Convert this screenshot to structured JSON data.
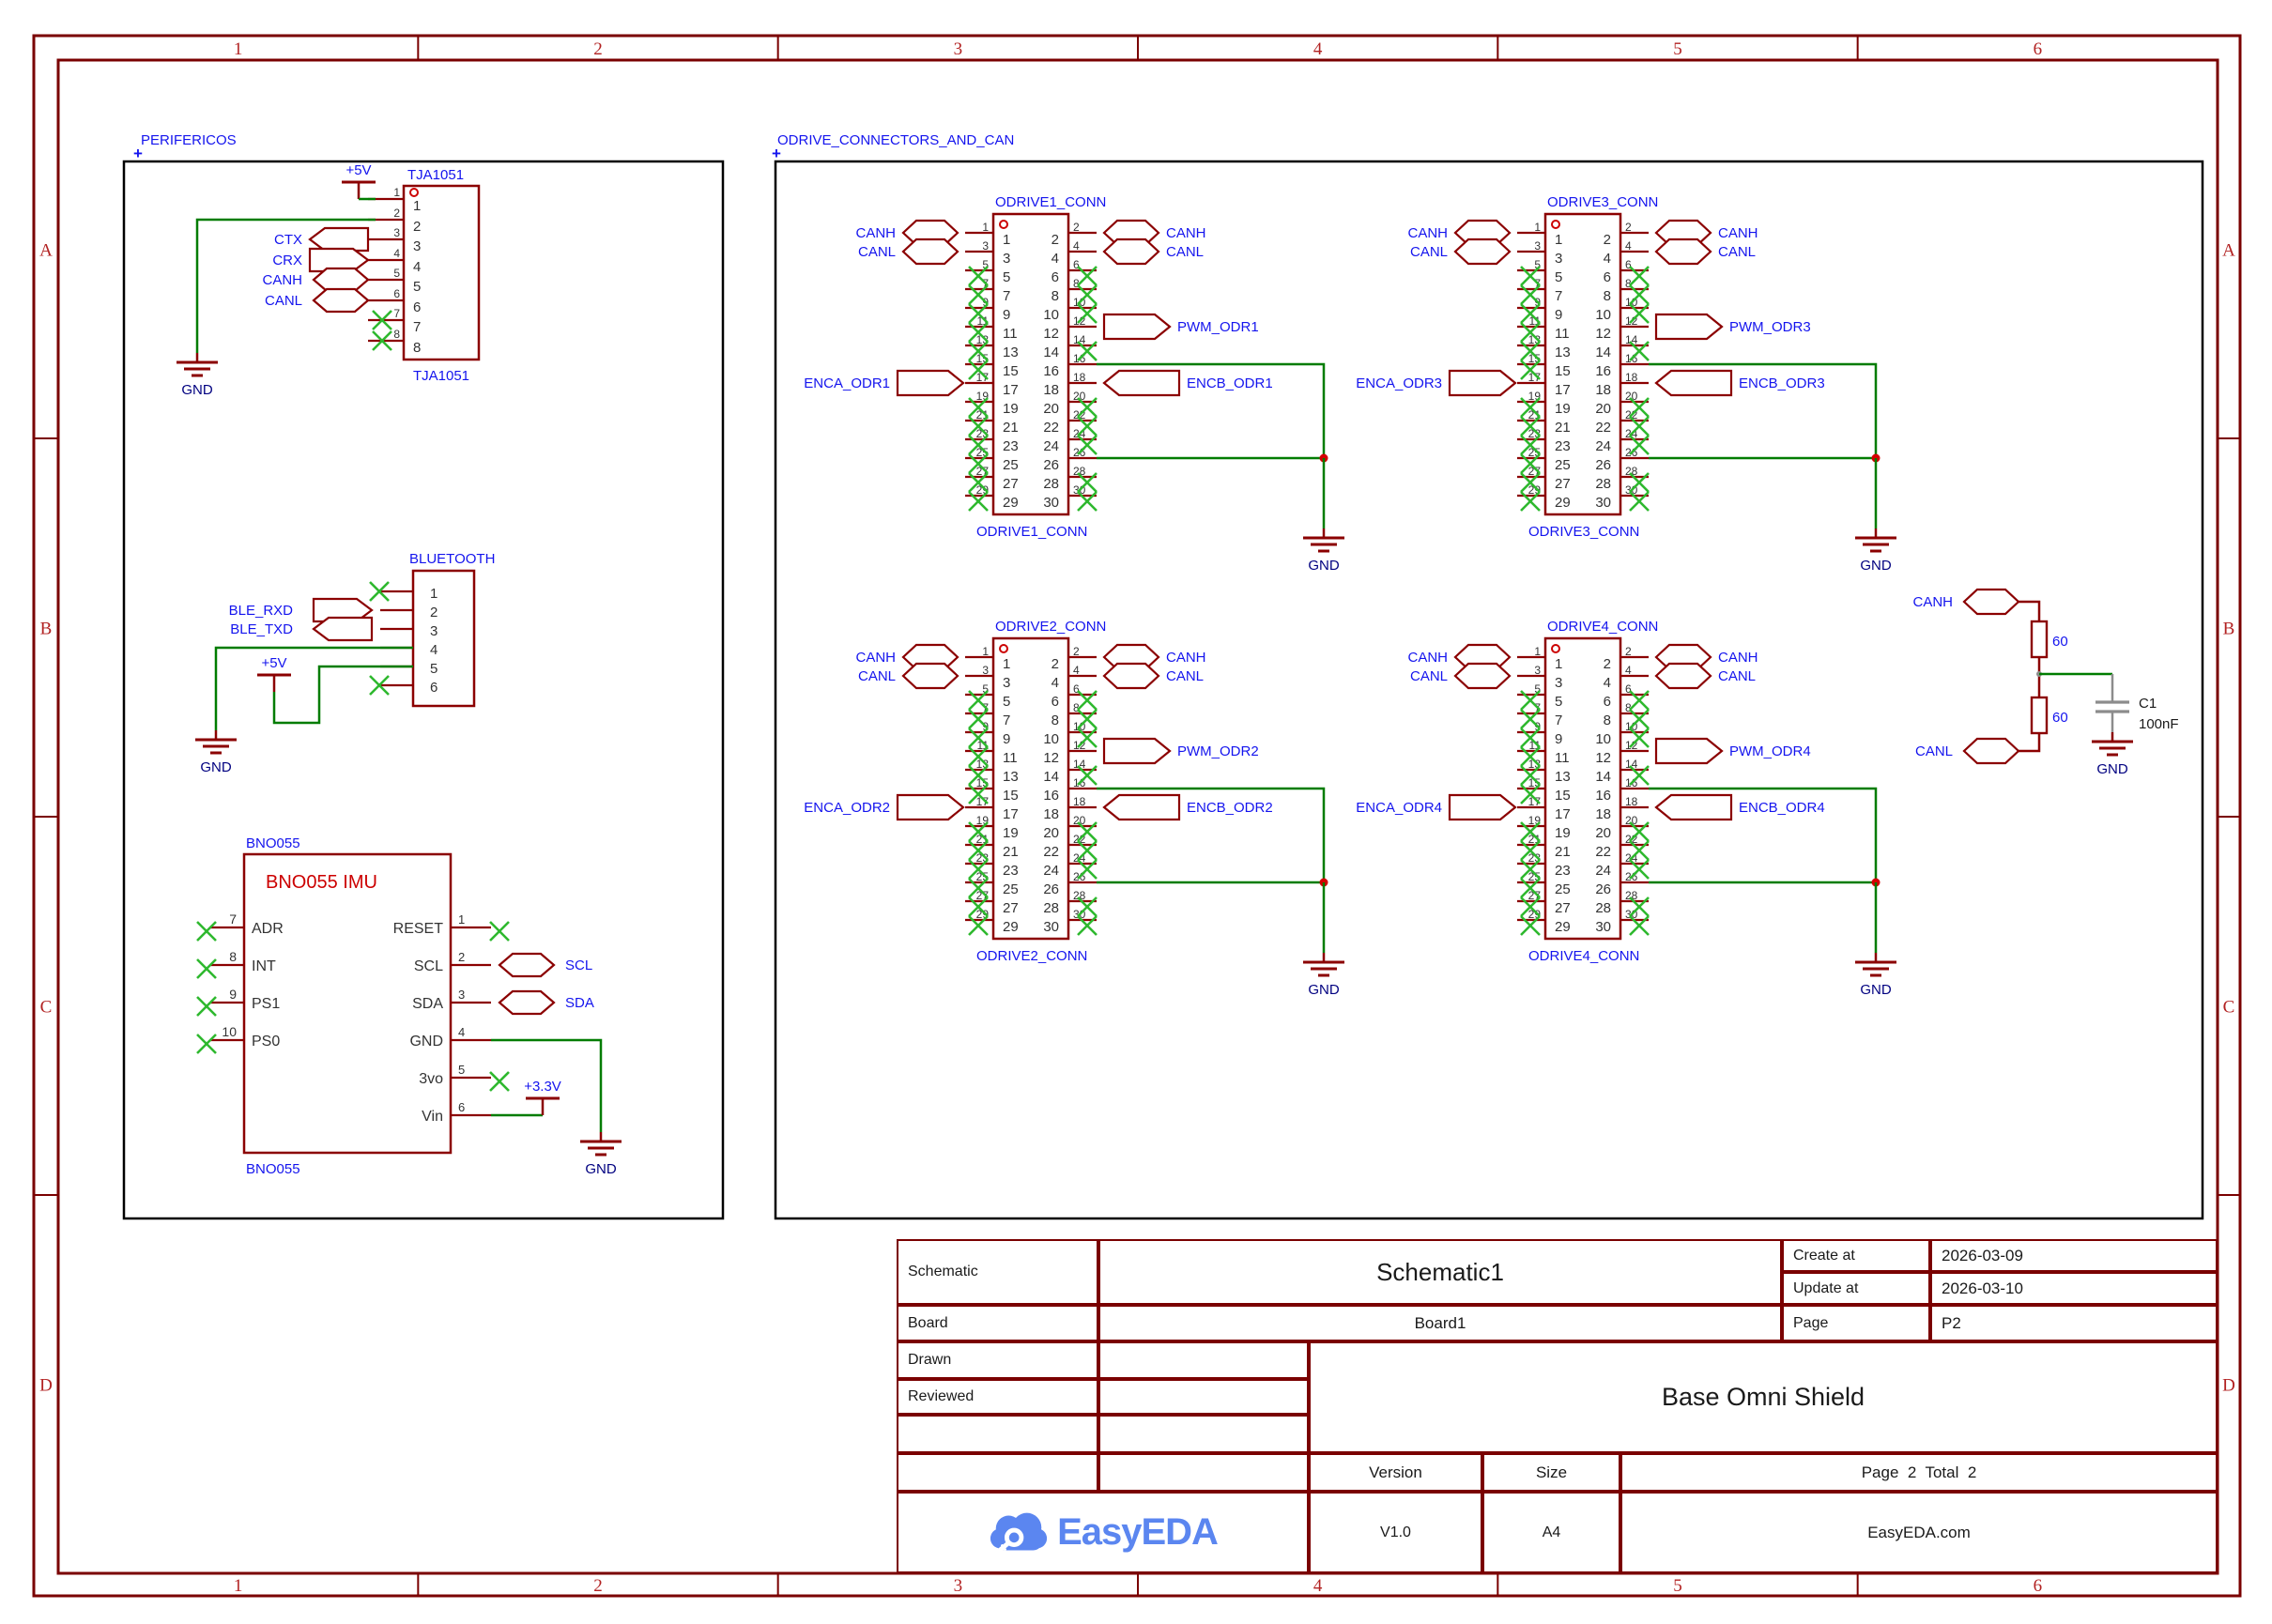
{
  "colors": {
    "component": "#8b0000",
    "wire": "#007c00",
    "no_connect": "#2eb82e",
    "net_label": "#1414ee",
    "gnd_label": "#000080",
    "pin_number": "#333333",
    "value_red": "#cc0000",
    "capacitor_gray": "#8c8c8c",
    "frame_line": "#7a0000",
    "frame_text": "#b22222",
    "section_border": "#000000",
    "junction": "#d40000",
    "logo_blue": "#5b86f0",
    "text_black": "#1a1a1a"
  },
  "frame": {
    "column_labels": [
      "1",
      "2",
      "3",
      "4",
      "5",
      "6"
    ],
    "row_labels": [
      "A",
      "B",
      "C",
      "D"
    ]
  },
  "sections": [
    {
      "label": "PERIFERICOS"
    },
    {
      "label": "ODRIVE_CONNECTORS_AND_CAN"
    }
  ],
  "tja1051": {
    "title": "TJA1051",
    "label": "TJA1051",
    "power": "+5V",
    "gnd": "GND",
    "pin_count": 8,
    "ports": [
      {
        "pin": 3,
        "label": "CTX",
        "shape": "left"
      },
      {
        "pin": 4,
        "label": "CRX",
        "shape": "right"
      },
      {
        "pin": 5,
        "label": "CANH",
        "shape": "both"
      },
      {
        "pin": 6,
        "label": "CANL",
        "shape": "both"
      }
    ],
    "no_connect_pins": [
      7,
      8
    ]
  },
  "bluetooth": {
    "title": "BLUETOOTH",
    "power": "+5V",
    "gnd": "GND",
    "pin_count": 6,
    "ports": [
      {
        "pin": 2,
        "label": "BLE_RXD",
        "shape": "right"
      },
      {
        "pin": 3,
        "label": "BLE_TXD",
        "shape": "left"
      }
    ],
    "no_connect_pins": [
      1,
      6
    ]
  },
  "bno055": {
    "title": "BNO055",
    "label": "BNO055",
    "inner_label": "BNO055 IMU",
    "power": "+3.3V",
    "gnd": "GND",
    "left_pins": [
      {
        "num": "7",
        "name": "ADR"
      },
      {
        "num": "8",
        "name": "INT"
      },
      {
        "num": "9",
        "name": "PS1"
      },
      {
        "num": "10",
        "name": "PS0"
      }
    ],
    "right_pins": [
      {
        "num": "1",
        "name": "RESET",
        "conn": "nc"
      },
      {
        "num": "2",
        "name": "SCL",
        "conn": "port",
        "port": "SCL"
      },
      {
        "num": "3",
        "name": "SDA",
        "conn": "port",
        "port": "SDA"
      },
      {
        "num": "4",
        "name": "GND",
        "conn": "gnd"
      },
      {
        "num": "5",
        "name": "3vo",
        "conn": "nc"
      },
      {
        "num": "6",
        "name": "Vin",
        "conn": "power"
      }
    ]
  },
  "odrive_connectors": [
    {
      "title": "ODRIVE1_CONN",
      "label": "ODRIVE1_CONN",
      "gnd": "GND",
      "ports": [
        {
          "pin": 1,
          "label": "CANH",
          "shape": "both"
        },
        {
          "pin": 3,
          "label": "CANL",
          "shape": "both"
        },
        {
          "pin": 17,
          "label": "ENCA_ODR1",
          "shape": "right"
        },
        {
          "pin": 2,
          "label": "CANH",
          "shape": "both"
        },
        {
          "pin": 4,
          "label": "CANL",
          "shape": "both"
        },
        {
          "pin": 12,
          "label": "PWM_ODR1",
          "shape": "right"
        },
        {
          "pin": 18,
          "label": "ENCB_ODR1",
          "shape": "left"
        }
      ],
      "no_connect_pins": [
        5,
        7,
        9,
        11,
        13,
        15,
        19,
        21,
        23,
        25,
        27,
        29,
        6,
        8,
        10,
        14,
        20,
        22,
        24,
        28,
        30
      ],
      "gnd_pins": [
        16,
        26
      ]
    },
    {
      "title": "ODRIVE3_CONN",
      "label": "ODRIVE3_CONN",
      "gnd": "GND",
      "ports": [
        {
          "pin": 1,
          "label": "CANH",
          "shape": "both"
        },
        {
          "pin": 3,
          "label": "CANL",
          "shape": "both"
        },
        {
          "pin": 17,
          "label": "ENCA_ODR3",
          "shape": "right"
        },
        {
          "pin": 2,
          "label": "CANH",
          "shape": "both"
        },
        {
          "pin": 4,
          "label": "CANL",
          "shape": "both"
        },
        {
          "pin": 12,
          "label": "PWM_ODR3",
          "shape": "right"
        },
        {
          "pin": 18,
          "label": "ENCB_ODR3",
          "shape": "left"
        }
      ],
      "no_connect_pins": [
        5,
        7,
        9,
        11,
        13,
        15,
        19,
        21,
        23,
        25,
        27,
        29,
        6,
        8,
        10,
        14,
        20,
        22,
        24,
        28,
        30
      ],
      "gnd_pins": [
        16,
        26
      ]
    },
    {
      "title": "ODRIVE2_CONN",
      "label": "ODRIVE2_CONN",
      "gnd": "GND",
      "ports": [
        {
          "pin": 1,
          "label": "CANH",
          "shape": "both"
        },
        {
          "pin": 3,
          "label": "CANL",
          "shape": "both"
        },
        {
          "pin": 17,
          "label": "ENCA_ODR2",
          "shape": "right"
        },
        {
          "pin": 2,
          "label": "CANH",
          "shape": "both"
        },
        {
          "pin": 4,
          "label": "CANL",
          "shape": "both"
        },
        {
          "pin": 12,
          "label": "PWM_ODR2",
          "shape": "right"
        },
        {
          "pin": 18,
          "label": "ENCB_ODR2",
          "shape": "left"
        }
      ],
      "no_connect_pins": [
        5,
        7,
        9,
        11,
        13,
        15,
        19,
        21,
        23,
        25,
        27,
        29,
        6,
        8,
        10,
        14,
        20,
        22,
        24,
        28,
        30
      ],
      "gnd_pins": [
        16,
        26
      ]
    },
    {
      "title": "ODRIVE4_CONN",
      "label": "ODRIVE4_CONN",
      "gnd": "GND",
      "ports": [
        {
          "pin": 1,
          "label": "CANH",
          "shape": "both"
        },
        {
          "pin": 3,
          "label": "CANL",
          "shape": "both"
        },
        {
          "pin": 17,
          "label": "ENCA_ODR4",
          "shape": "right"
        },
        {
          "pin": 2,
          "label": "CANH",
          "shape": "both"
        },
        {
          "pin": 4,
          "label": "CANL",
          "shape": "both"
        },
        {
          "pin": 12,
          "label": "PWM_ODR4",
          "shape": "right"
        },
        {
          "pin": 18,
          "label": "ENCB_ODR4",
          "shape": "left"
        }
      ],
      "no_connect_pins": [
        5,
        7,
        9,
        11,
        13,
        15,
        19,
        21,
        23,
        25,
        27,
        29,
        6,
        8,
        10,
        14,
        20,
        22,
        24,
        28,
        30
      ],
      "gnd_pins": [
        16,
        26
      ]
    }
  ],
  "can_termination": {
    "canh": "CANH",
    "canl": "CANL",
    "r_top": "60",
    "r_bottom": "60",
    "cap_ref": "C1",
    "cap_value": "100nF",
    "gnd": "GND"
  },
  "title_block": {
    "schematic_label": "Schematic",
    "schematic_value": "Schematic1",
    "board_label": "Board",
    "board_value": "Board1",
    "drawn_label": "Drawn",
    "reviewed_label": "Reviewed",
    "create_label": "Create at",
    "create_value": "2026-03-09",
    "update_label": "Update at",
    "update_value": "2026-03-10",
    "page_label": "Page",
    "page_value": "P2",
    "sheet_title": "Base Omni Shield",
    "version_label": "Version",
    "version_value": "V1.0",
    "size_label": "Size",
    "size_value": "A4",
    "page_total": "Page  2  Total  2",
    "website": "EasyEDA.com",
    "logo_text": "EasyEDA"
  }
}
